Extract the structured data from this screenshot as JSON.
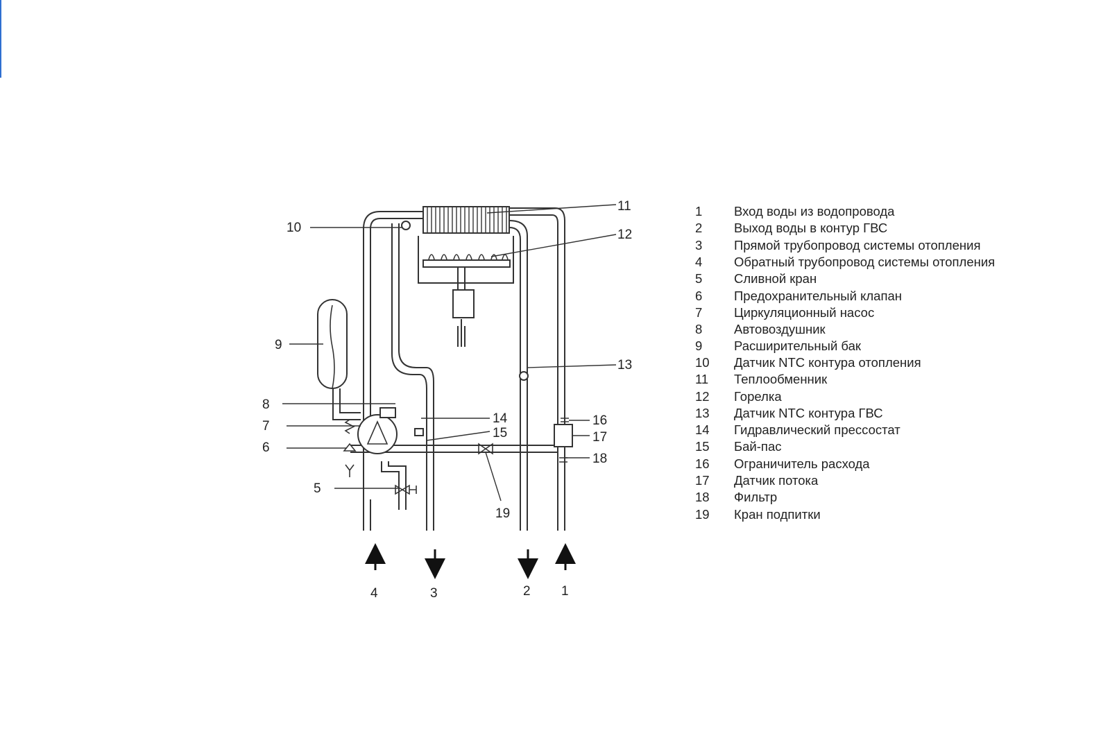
{
  "diagram": {
    "callouts": [
      "1",
      "2",
      "3",
      "4",
      "5",
      "6",
      "7",
      "8",
      "9",
      "10",
      "11",
      "12",
      "13",
      "14",
      "15",
      "16",
      "17",
      "18",
      "19"
    ],
    "bottom_ports": [
      "4",
      "3",
      "2",
      "1"
    ]
  },
  "legend": [
    {
      "num": "1",
      "text": "Вход воды из водопровода"
    },
    {
      "num": "2",
      "text": "Выход воды в контур ГВС"
    },
    {
      "num": "3",
      "text": "Прямой трубопровод системы отопления"
    },
    {
      "num": "4",
      "text": "Обратный трубопровод системы отопления"
    },
    {
      "num": "5",
      "text": "Сливной кран"
    },
    {
      "num": "6",
      "text": "Предохранительный клапан"
    },
    {
      "num": "7",
      "text": "Циркуляционный насос"
    },
    {
      "num": "8",
      "text": "Автовоздушник"
    },
    {
      "num": "9",
      "text": "Расширительный бак"
    },
    {
      "num": "10",
      "text": "Датчик NTC контура отопления"
    },
    {
      "num": "11",
      "text": "Теплообменник"
    },
    {
      "num": "12",
      "text": "Горелка"
    },
    {
      "num": "13",
      "text": "Датчик NTC контура ГВС"
    },
    {
      "num": "14",
      "text": "Гидравлический прессостат"
    },
    {
      "num": "15",
      "text": "Бай-пас"
    },
    {
      "num": "16",
      "text": "Ограничитель расхода"
    },
    {
      "num": "17",
      "text": "Датчик потока"
    },
    {
      "num": "18",
      "text": "Фильтр"
    },
    {
      "num": "19",
      "text": "Кран подпитки"
    }
  ]
}
